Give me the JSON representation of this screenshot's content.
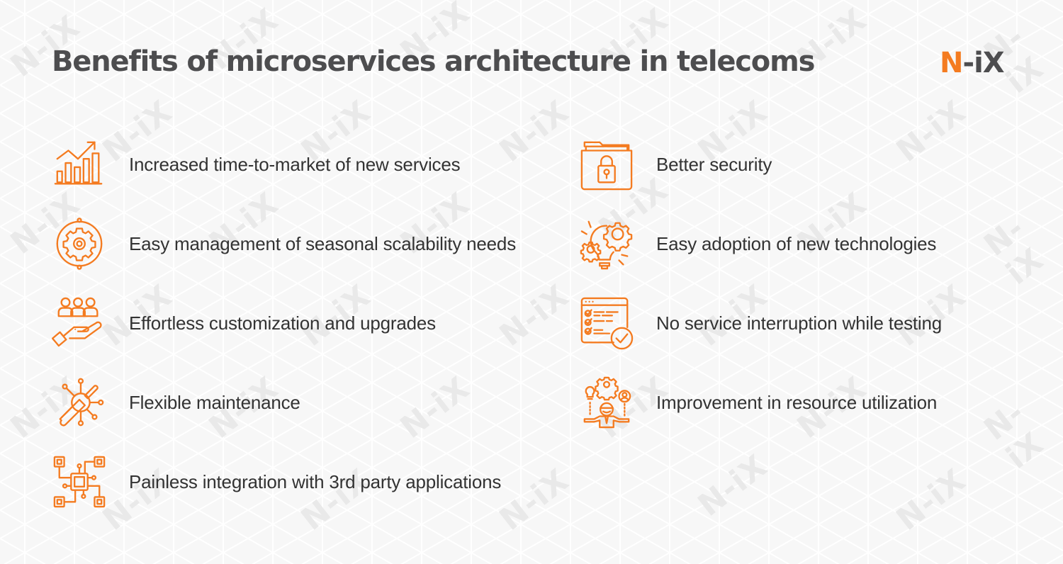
{
  "title": "Benefits of microservices architecture in telecoms",
  "logo": {
    "first": "N",
    "rest": "-iX",
    "accent_color": "#f47b20",
    "text_color": "#4d4d4f"
  },
  "watermark_text": "N-iX",
  "colors": {
    "accent": "#f47b20",
    "title": "#4d4d4f",
    "body_text": "#333333",
    "background": "#f7f7f7"
  },
  "benefits": {
    "left": [
      {
        "label": "Increased time-to-market of new services",
        "icon": "growth-chart-icon"
      },
      {
        "label": "Easy management of seasonal scalability needs",
        "icon": "gear-cycle-icon"
      },
      {
        "label": "Effortless customization and upgrades",
        "icon": "hand-people-icon"
      },
      {
        "label": "Flexible maintenance",
        "icon": "screwdriver-network-icon"
      },
      {
        "label": "Painless integration with 3rd party applications",
        "icon": "circuit-chip-icon"
      }
    ],
    "right": [
      {
        "label": "Better security",
        "icon": "locked-folder-icon"
      },
      {
        "label": "Easy adoption of new technologies",
        "icon": "lightbulb-gears-icon"
      },
      {
        "label": "No service interruption while testing",
        "icon": "checklist-icon"
      },
      {
        "label": "Improvement in resource utilization",
        "icon": "manager-resources-icon"
      }
    ]
  }
}
